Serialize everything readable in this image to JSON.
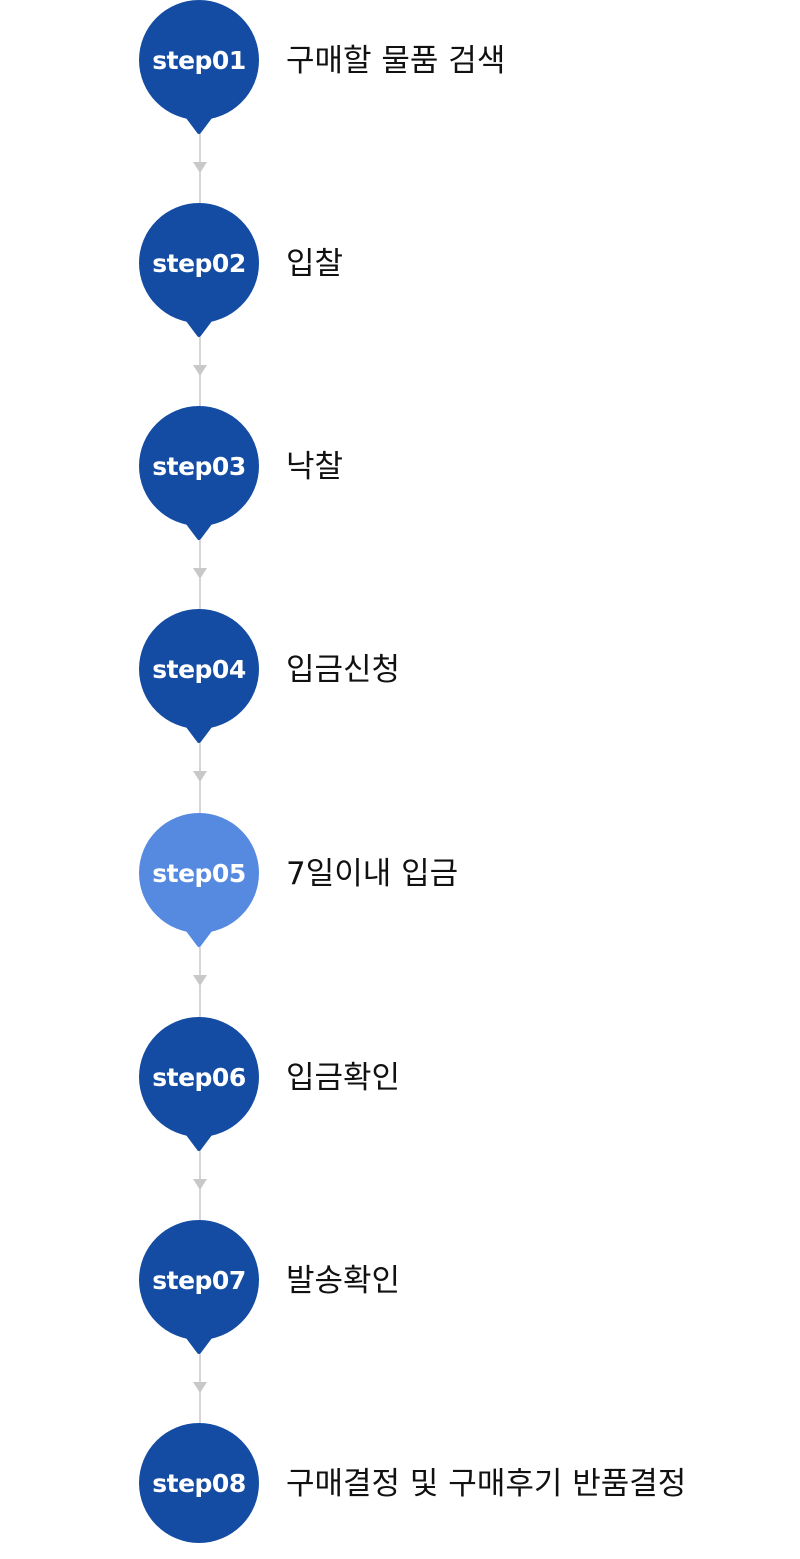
{
  "colors": {
    "step_default": "#144ca3",
    "step_highlight": "#558ae0",
    "connector": "#c8c8c8",
    "text": "#111111"
  },
  "steps": [
    {
      "label": "step01",
      "text": "구매할 물품 검색",
      "highlighted": false
    },
    {
      "label": "step02",
      "text": "입찰",
      "highlighted": false
    },
    {
      "label": "step03",
      "text": "낙찰",
      "highlighted": false
    },
    {
      "label": "step04",
      "text": "입금신청",
      "highlighted": false
    },
    {
      "label": "step05",
      "text": "7일이내 입금",
      "highlighted": true
    },
    {
      "label": "step06",
      "text": "입금확인",
      "highlighted": false
    },
    {
      "label": "step07",
      "text": "발송확인",
      "highlighted": false
    },
    {
      "label": "step08",
      "text": "구매결정 및 구매후기 반품결정",
      "highlighted": false
    }
  ]
}
